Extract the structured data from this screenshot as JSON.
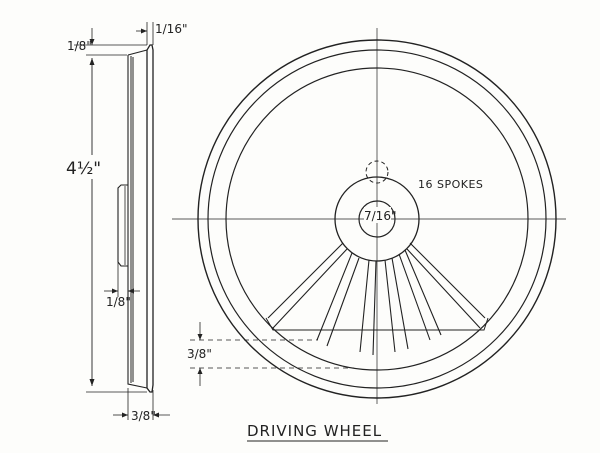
{
  "title": "DRIVING WHEEL",
  "labels": {
    "spokes_note": "16 SPOKES",
    "bore": "7/16\"",
    "overall_diameter": "4½\"",
    "flange_thickness": "1/16\"",
    "flange_height": "1/8\"",
    "hub_projection": "1/8\"",
    "width": "3/8\"",
    "rim_depth": "3/8\""
  }
}
